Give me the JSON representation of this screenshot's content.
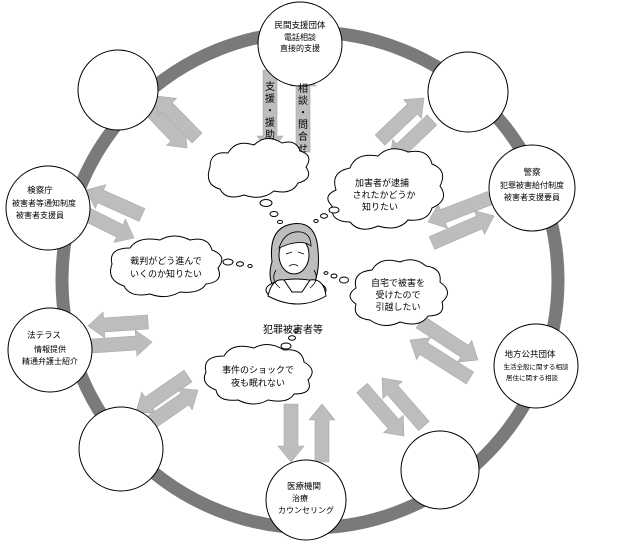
{
  "nodes": {
    "top": {
      "lines": [
        "民間支援団体",
        "電話相談",
        "直接的支援"
      ]
    },
    "police": {
      "lines": [
        "警察",
        "犯罪被害給付制度",
        "被害者支援要員"
      ]
    },
    "prosecutor": {
      "lines": [
        "検察庁",
        "被害者等通知制度",
        "被害者支援員"
      ]
    },
    "houterasu": {
      "lines": [
        "法テラス",
        "情報提供",
        "精通弁護士紹介"
      ]
    },
    "local_gov": {
      "lines": [
        "地方公共団体",
        "生活全般に関する相談",
        "居住に関する相談"
      ]
    },
    "medical": {
      "lines": [
        "医療機関",
        "治療",
        "カウンセリング"
      ]
    }
  },
  "arrow_labels": {
    "support": [
      "支",
      "援",
      "・",
      "援",
      "助"
    ],
    "consult": [
      "相",
      "談",
      "・",
      "問",
      "合",
      "せ"
    ]
  },
  "bubbles": {
    "arrest": [
      "加害者が逮捕",
      "されたかどうか",
      "知りたい"
    ],
    "trial": [
      "裁判がどう進んで",
      "いくのか知りたい"
    ],
    "move": [
      "自宅で被害を",
      "受けたので",
      "引越したい"
    ],
    "shock": [
      "事件のショックで",
      "夜も眠れない"
    ]
  },
  "center": {
    "label": "犯罪被害者等"
  },
  "colors": {
    "ring": "#7a7a7a",
    "arrow": "#bdbdbd",
    "arrow_stroke": "#a9a9a9"
  }
}
